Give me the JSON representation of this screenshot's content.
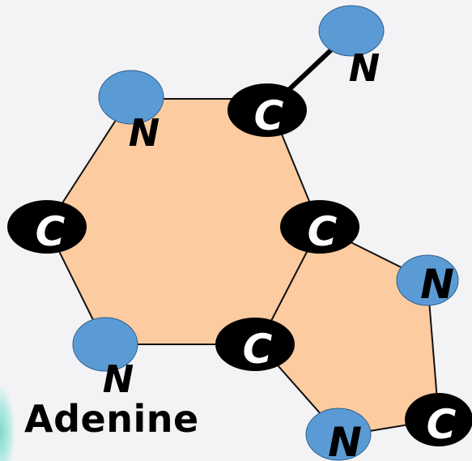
{
  "caption": "Adenine",
  "colors": {
    "background": "#f3f3f6",
    "ring_fill": "#fccb9f",
    "ring_stroke": "#111111",
    "nitrogen_fill": "#5b9bd5",
    "nitrogen_stroke": "#2d5c8a",
    "nitrogen_text": "#000000",
    "carbon_fill": "#000000",
    "carbon_text": "#ffffff",
    "bond": "#000000"
  },
  "atoms": [
    {
      "id": "n_top",
      "element": "N",
      "label": "N"
    },
    {
      "id": "c_top",
      "element": "C",
      "label": "C"
    },
    {
      "id": "n_amino",
      "element": "N",
      "label": "N"
    },
    {
      "id": "c_left",
      "element": "C",
      "label": "C"
    },
    {
      "id": "c_right",
      "element": "C",
      "label": "C"
    },
    {
      "id": "n_bottom",
      "element": "N",
      "label": "N"
    },
    {
      "id": "c_bottom",
      "element": "C",
      "label": "C"
    },
    {
      "id": "n_pent_right",
      "element": "N",
      "label": "N"
    },
    {
      "id": "c_pent_corner",
      "element": "C",
      "label": "C"
    },
    {
      "id": "n_pent_bottom",
      "element": "N",
      "label": "N"
    }
  ]
}
